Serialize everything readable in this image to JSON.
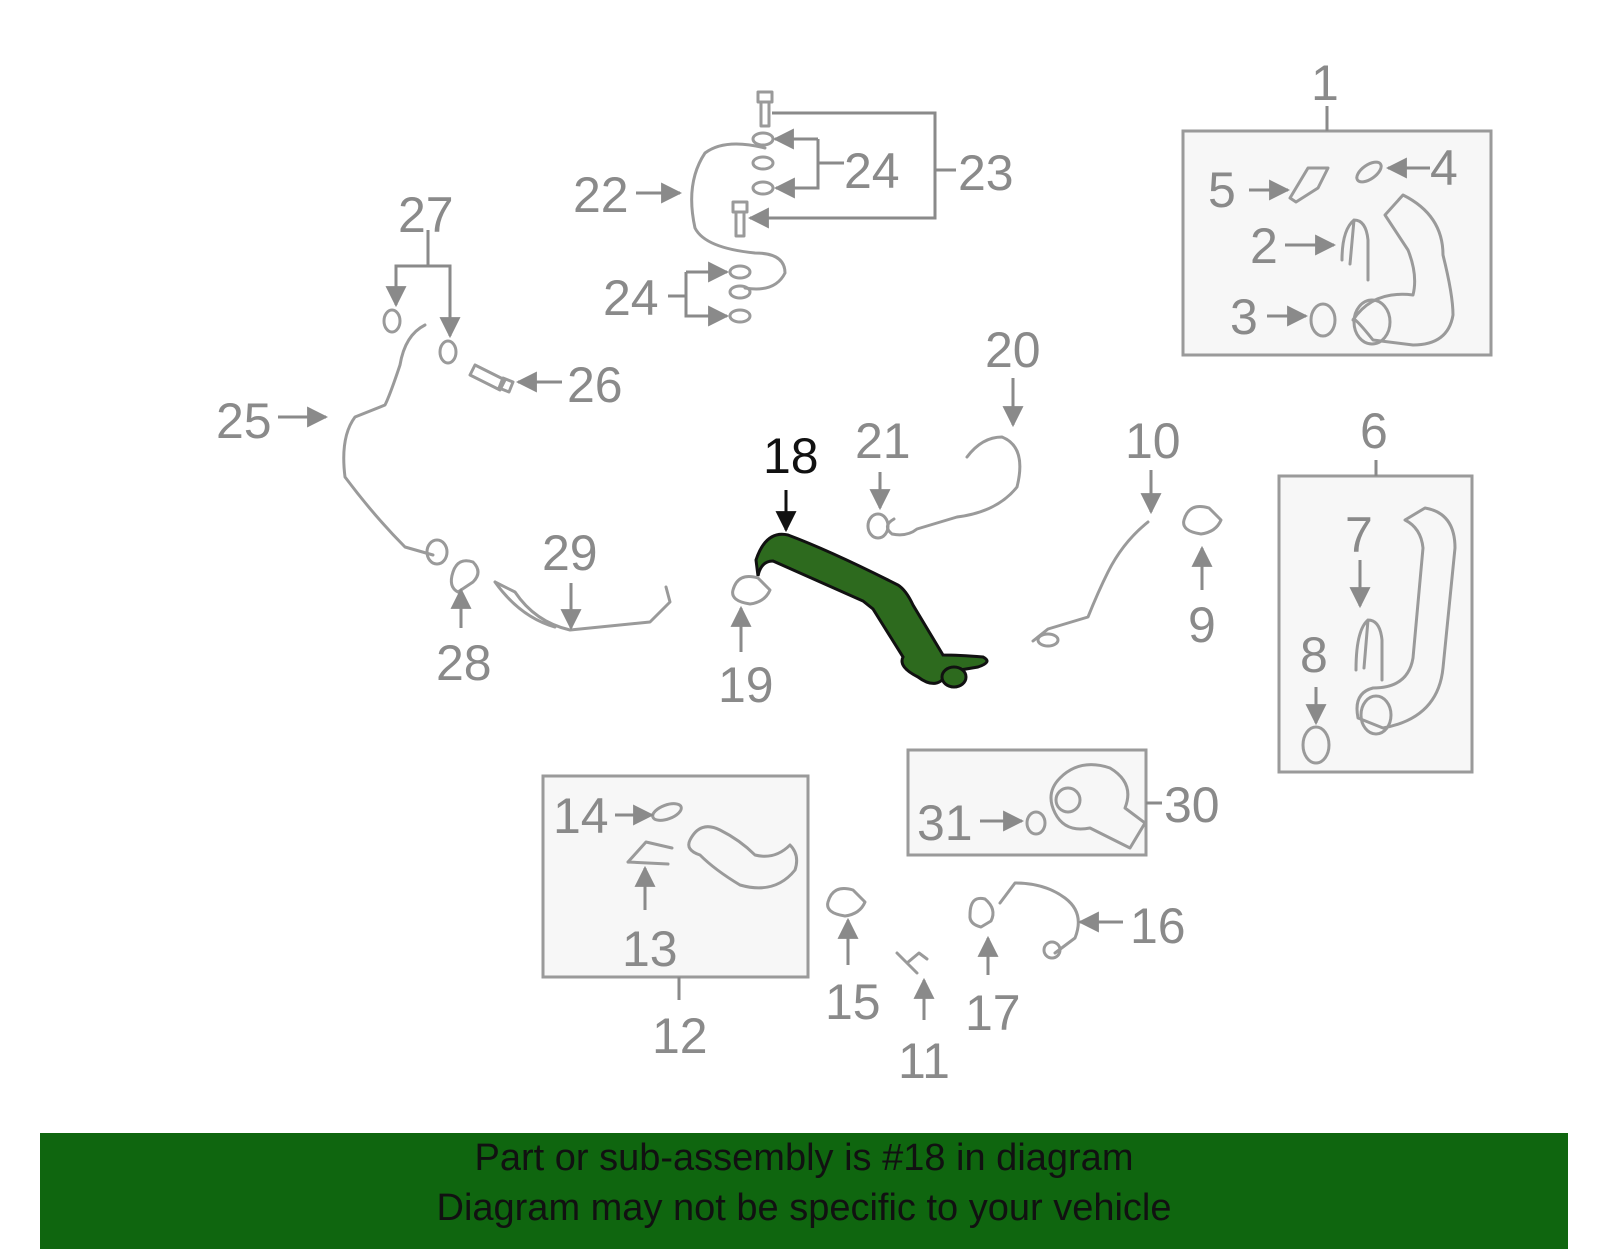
{
  "diagram": {
    "highlight_color": "#2d6a1e",
    "part_color": "#9a9a9a",
    "labels": [
      "1",
      "2",
      "3",
      "4",
      "5",
      "6",
      "7",
      "8",
      "9",
      "10",
      "11",
      "12",
      "13",
      "14",
      "15",
      "16",
      "17",
      "18",
      "19",
      "20",
      "21",
      "22",
      "23",
      "24",
      "24",
      "25",
      "26",
      "27",
      "28",
      "29",
      "30",
      "31"
    ]
  },
  "banner": {
    "line1": "Part or sub-assembly is #18 in diagram",
    "line2": "Diagram may not be specific to your vehicle",
    "background": "#0f660f"
  }
}
